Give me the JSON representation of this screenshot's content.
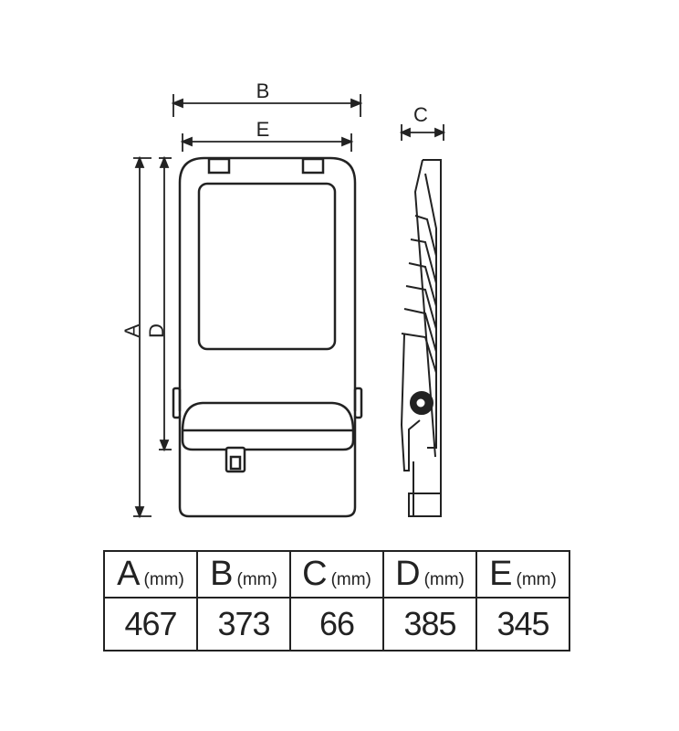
{
  "labels": {
    "A": "A",
    "B": "B",
    "C": "C",
    "D": "D",
    "E": "E"
  },
  "table": {
    "headers": [
      {
        "letter": "A",
        "unit": "(mm)"
      },
      {
        "letter": "B",
        "unit": "(mm)"
      },
      {
        "letter": "C",
        "unit": "(mm)"
      },
      {
        "letter": "D",
        "unit": "(mm)"
      },
      {
        "letter": "E",
        "unit": "(mm)"
      }
    ],
    "values": [
      "467",
      "373",
      "66",
      "385",
      "345"
    ]
  }
}
